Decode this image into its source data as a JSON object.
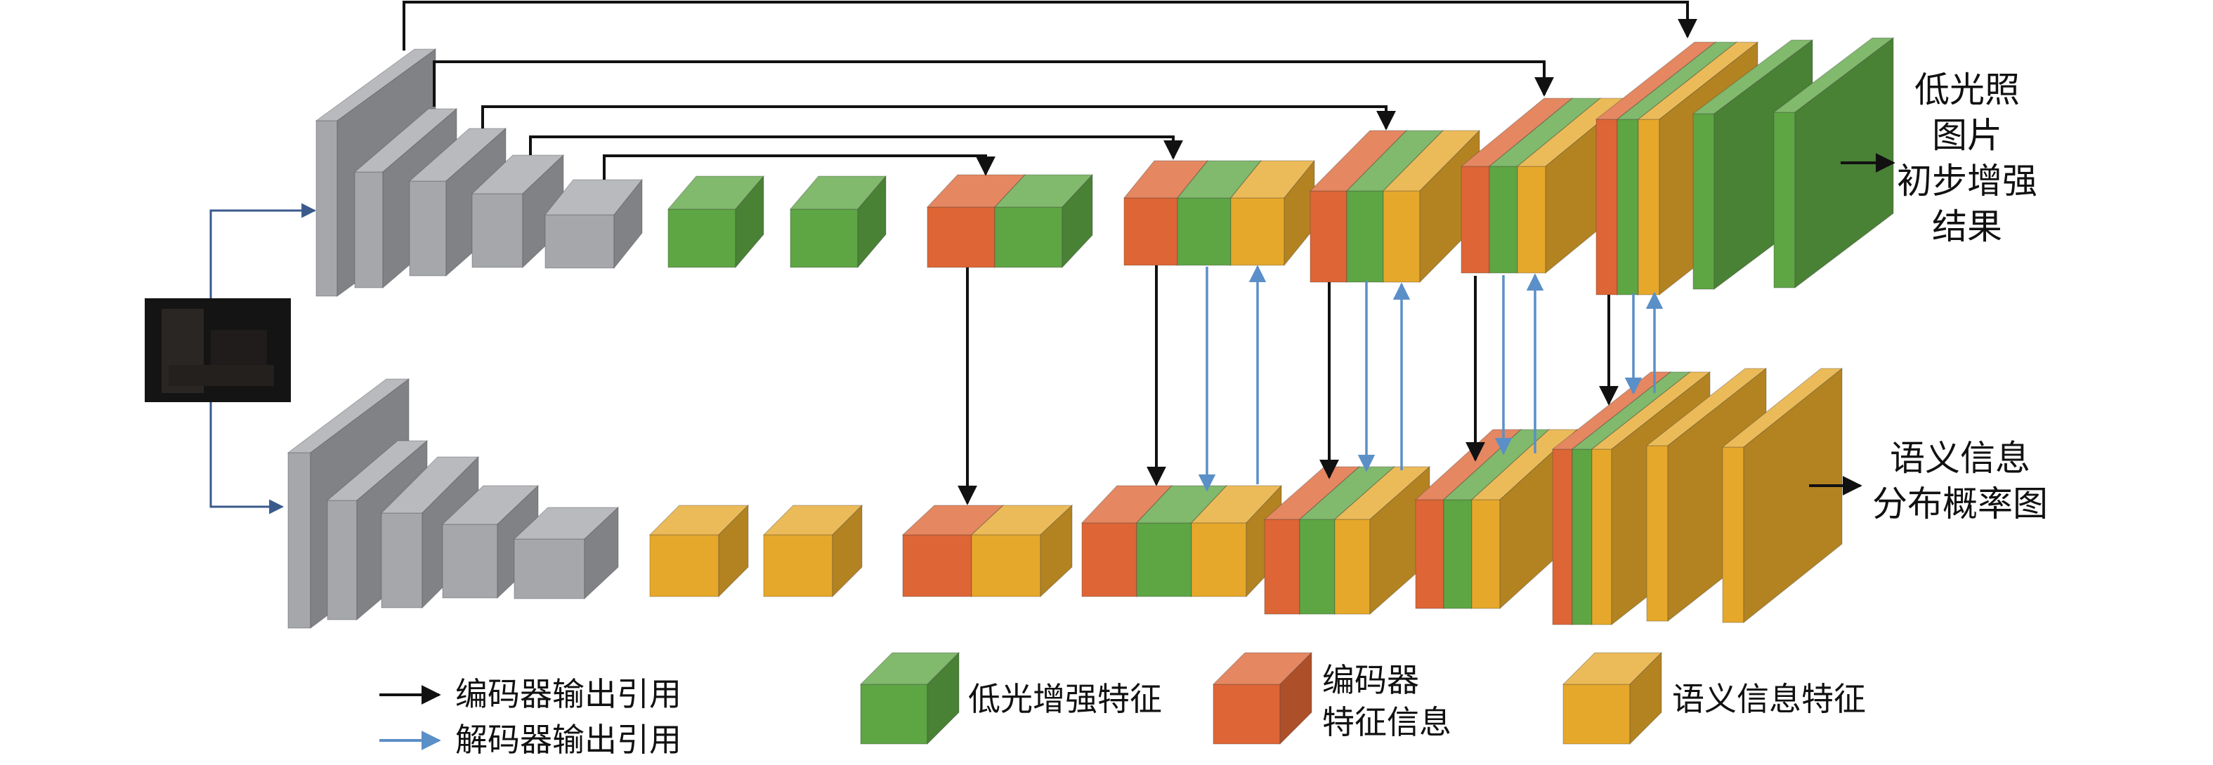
{
  "labels": {
    "top_output_lines": [
      "低光照",
      "图片",
      "初步增强",
      "结果"
    ],
    "bottom_output_lines": [
      "语义信息",
      "分布概率图"
    ]
  },
  "legend": {
    "encoder_ref": "编码器输出引用",
    "decoder_ref": "解码器输出引用",
    "low_light_feature": "低光增强特征",
    "encoder_feature_lines": [
      "编码器",
      "特征信息"
    ],
    "semantic_feature": "语义信息特征"
  },
  "colors": {
    "gray": "#a5a7ab",
    "green": "#5ea544",
    "orange": "#de6535",
    "yellow": "#e6a82a",
    "black_arrow": "#111111",
    "blue_arrow": "#5b8fc7",
    "input_arrow": "#3a5a8c"
  }
}
